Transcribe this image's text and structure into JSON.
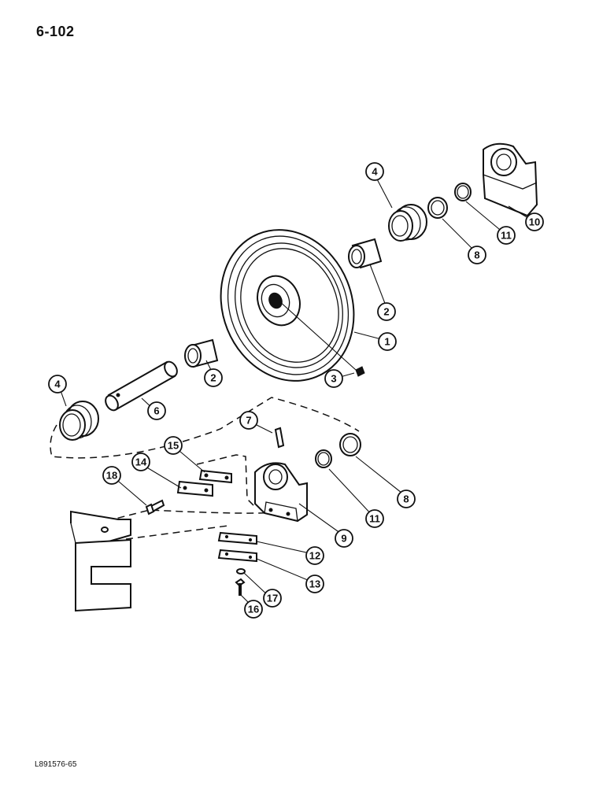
{
  "page": {
    "number": "6-102",
    "drawing_code": "L891576-65"
  },
  "callouts": [
    "1",
    "2",
    "2",
    "3",
    "4",
    "4",
    "6",
    "7",
    "8",
    "8",
    "9",
    "10",
    "11",
    "11",
    "12",
    "13",
    "14",
    "15",
    "16",
    "17",
    "18"
  ]
}
